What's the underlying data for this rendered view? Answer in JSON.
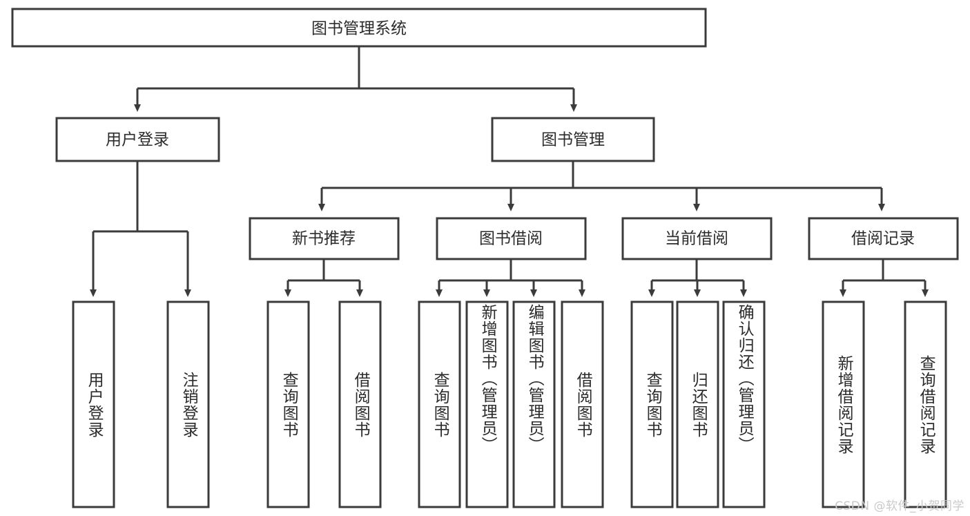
{
  "diagram": {
    "title": "图书管理系统",
    "type": "tree-hierarchy",
    "watermark": "CSDN @软件_小贺同学",
    "root": {
      "id": "root",
      "label": "图书管理系统"
    },
    "level2": [
      {
        "id": "user-login",
        "label": "用户登录"
      },
      {
        "id": "book-manage",
        "label": "图书管理"
      }
    ],
    "level3": [
      {
        "id": "new-book-recommend",
        "label": "新书推荐",
        "parent": "book-manage"
      },
      {
        "id": "book-borrow",
        "label": "图书借阅",
        "parent": "book-manage"
      },
      {
        "id": "current-borrow",
        "label": "当前借阅",
        "parent": "book-manage"
      },
      {
        "id": "borrow-record",
        "label": "借阅记录",
        "parent": "book-manage"
      }
    ],
    "leaves": [
      {
        "id": "leaf-user-login",
        "label": "用户登录",
        "parent": "user-login"
      },
      {
        "id": "leaf-user-logout",
        "label": "注销登录",
        "parent": "user-login"
      },
      {
        "id": "leaf-query-book-1",
        "label": "查询图书",
        "parent": "new-book-recommend"
      },
      {
        "id": "leaf-borrow-book-1",
        "label": "借阅图书",
        "parent": "new-book-recommend"
      },
      {
        "id": "leaf-query-book-2",
        "label": "查询图书",
        "parent": "book-borrow"
      },
      {
        "id": "leaf-add-book",
        "label": "新增图书（管理员）",
        "parent": "book-borrow"
      },
      {
        "id": "leaf-edit-book",
        "label": "编辑图书（管理员）",
        "parent": "book-borrow"
      },
      {
        "id": "leaf-borrow-book-2",
        "label": "借阅图书",
        "parent": "book-borrow"
      },
      {
        "id": "leaf-query-book-3",
        "label": "查询图书",
        "parent": "current-borrow"
      },
      {
        "id": "leaf-return-book",
        "label": "归还图书",
        "parent": "current-borrow"
      },
      {
        "id": "leaf-confirm-return",
        "label": "确认归还（管理员）",
        "parent": "current-borrow"
      },
      {
        "id": "leaf-add-record",
        "label": "新增借阅记录",
        "parent": "borrow-record"
      },
      {
        "id": "leaf-query-record",
        "label": "查询借阅记录",
        "parent": "borrow-record"
      }
    ],
    "colors": {
      "stroke": "#3b3b3b",
      "fill": "#ffffff",
      "text": "#2b2b2b",
      "watermark": "#c9c9c9"
    }
  }
}
